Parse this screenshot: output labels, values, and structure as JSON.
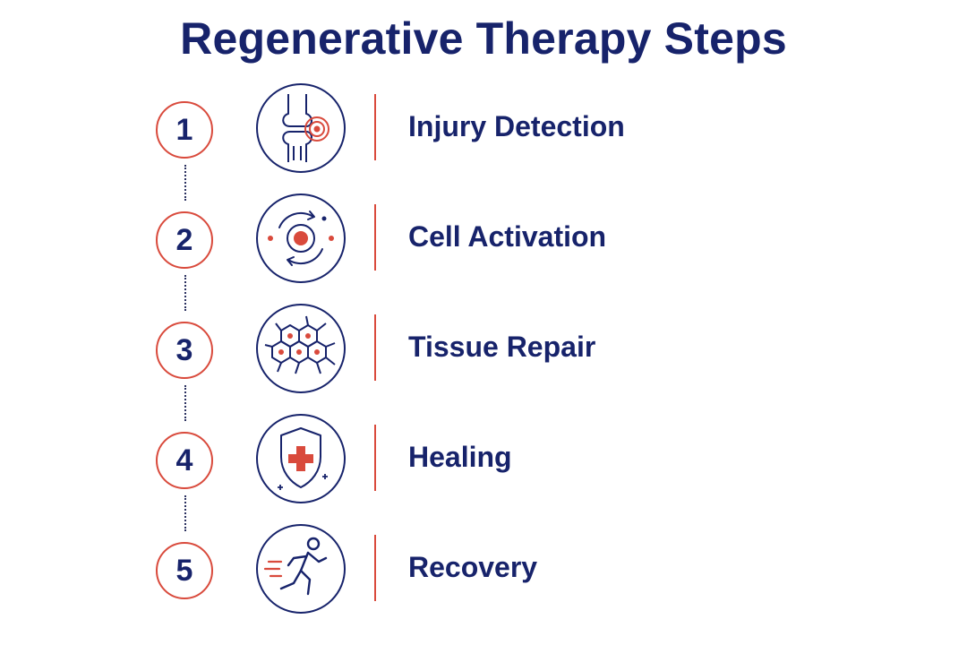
{
  "title": "Regenerative Therapy Steps",
  "colors": {
    "navy": "#17236b",
    "accent_red": "#d94a3c",
    "background": "#ffffff"
  },
  "steps": [
    {
      "number": "1",
      "label": "Injury Detection",
      "icon": "joint-pain-icon"
    },
    {
      "number": "2",
      "label": "Cell Activation",
      "icon": "cell-cycle-icon"
    },
    {
      "number": "3",
      "label": "Tissue Repair",
      "icon": "tissue-cells-icon"
    },
    {
      "number": "4",
      "label": "Healing",
      "icon": "shield-cross-icon"
    },
    {
      "number": "5",
      "label": "Recovery",
      "icon": "running-person-icon"
    }
  ]
}
